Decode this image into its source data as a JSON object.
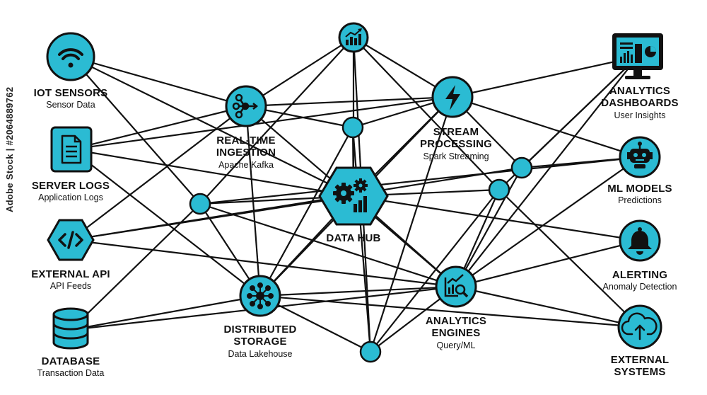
{
  "colors": {
    "node_fill": "#2bbbd3",
    "stroke": "#111111",
    "background": "#ffffff"
  },
  "nodes": {
    "iot": {
      "title": "IOT SENSORS",
      "subtitle": "Sensor Data",
      "icon": "wifi-icon"
    },
    "logs": {
      "title": "SERVER LOGS",
      "subtitle": "Application Logs",
      "icon": "document-icon"
    },
    "api": {
      "title": "EXTERNAL API",
      "subtitle": "API Feeds",
      "icon": "code-icon"
    },
    "db": {
      "title": "DATABASE",
      "subtitle": "Transaction Data",
      "icon": "database-icon"
    },
    "ingest": {
      "title_1": "REAL-TIME",
      "title_2": "INGESTION",
      "subtitle": "Apache Kafka",
      "icon": "network-arrow-icon"
    },
    "hub": {
      "title": "DATA HUB",
      "icon": "gears-chart-icon"
    },
    "top": {
      "icon": "bar-chart-icon"
    },
    "stream": {
      "title_1": "STREAM",
      "title_2": "PROCESSING",
      "subtitle": "Spark Streaming",
      "icon": "lightning-icon"
    },
    "storage": {
      "title_1": "DISTRIBUTED",
      "title_2": "STORAGE",
      "subtitle": "Data Lakehouse",
      "icon": "hub-nodes-icon"
    },
    "engines": {
      "title_1": "ANALYTICS",
      "title_2": "ENGINES",
      "subtitle": "Query/ML",
      "icon": "chart-magnifier-icon"
    },
    "dashboards": {
      "title_1": "ANALYTICS",
      "title_2": "DASHBOARDS",
      "subtitle": "User Insights",
      "icon": "monitor-chart-icon"
    },
    "ml": {
      "title": "ML MODELS",
      "subtitle": "Predictions",
      "icon": "robot-icon"
    },
    "alert": {
      "title": "ALERTING",
      "subtitle": "Anomaly Detection",
      "icon": "bell-icon"
    },
    "external": {
      "title_1": "EXTERNAL",
      "title_2": "SYSTEMS",
      "icon": "cloud-upload-icon"
    }
  },
  "watermark": "Adobe Stock | #2064889762"
}
